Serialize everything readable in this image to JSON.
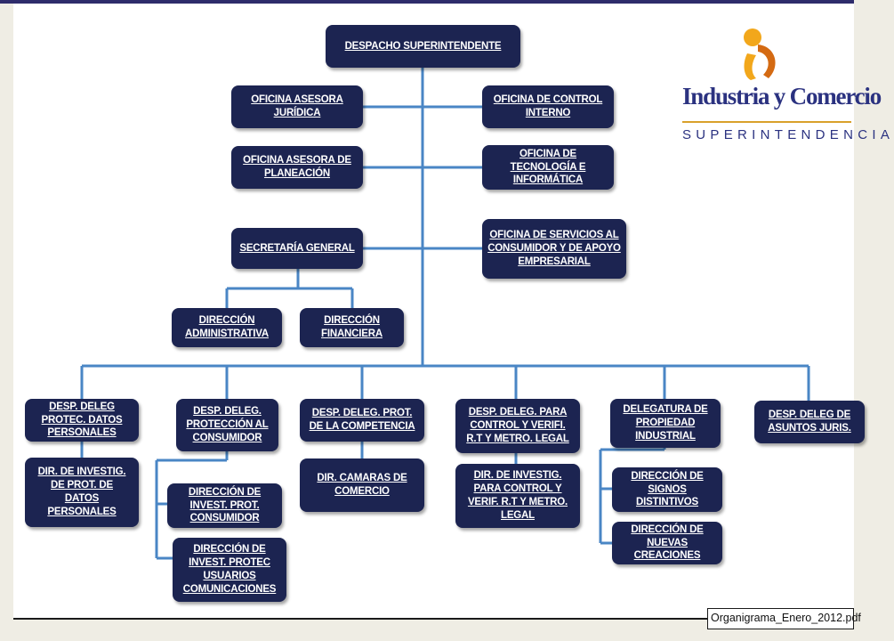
{
  "logo": {
    "name": "Industria y Comercio",
    "subtitle": "SUPERINTENDENCIA",
    "mark_colors": [
      "#f2a71b",
      "#d46a12"
    ],
    "name_color": "#2b3280"
  },
  "footer": {
    "filename": "Organigrama_Enero_2012.pdf"
  },
  "colors": {
    "box": "#1c2451",
    "line": "#4a86c5",
    "background": "#ffffff"
  },
  "nodes": {
    "despacho": "DESPACHO SUPERINTENDENTE",
    "asesora_juridica": "OFICINA ASESORA\nJURÍDICA",
    "control_interno": "OFICINA DE CONTROL\nINTERNO",
    "asesora_planeacion": "OFICINA ASESORA  DE\nPLANEACIÓN",
    "tecnologia": "OFICINA DE\nTECNOLOGÍA E\nINFORMÁTICA",
    "secretaria": "SECRETARÍA GENERAL",
    "servicios_consumidor": "OFICINA DE SERVICIOS AL\nCONSUMIDOR Y DE APOYO\nEMPRESARIAL",
    "dir_administrativa": "DIRECCIÓN\nADMINISTRATIVA",
    "dir_financiera": "DIRECCIÓN\nFINANCIERA",
    "deleg_datos": "DESP.  DELEG\nPROTEC. DATOS\nPERSONALES",
    "deleg_consumidor": "DESP. DELEG.\nPROTECCIÓN AL\nCONSUMIDOR",
    "deleg_competencia": "DESP. DELEG. PROT.\nDE LA COMPETENCIA",
    "deleg_control": "DESP. DELEG. PARA\nCONTROL Y VERIFI.\nR.T  Y METRO. LEGAL",
    "deleg_propiedad": "DELEGATURA DE\nPROPIEDAD\nINDUSTRIAL",
    "deleg_juridicos": "DESP. DELEG DE\nASUNTOS JURIS.",
    "dir_datos": "DIR. DE INVESTIG.\nDE PROT. DE\nDATOS\nPERSONALES",
    "dir_invest_consumidor": "DIRECCIÓN DE\nINVEST. PROT.\nCONSUMIDOR",
    "dir_invest_usuarios": "DIRECCIÓN DE\nINVEST. PROTEC\nUSUARIOS\nCOMUNICACIONES",
    "dir_camaras": "DIR. CAMARAS DE\nCOMERCIO",
    "dir_control": "DIR. DE INVESTIG.\nPARA CONTROL Y\nVERIF. R.T  Y METRO.\nLEGAL",
    "dir_signos": "DIRECCIÓN DE\nSIGNOS\nDISTINTIVOS",
    "dir_creaciones": "DIRECCIÓN DE\nNUEVAS\nCREACIONES"
  }
}
